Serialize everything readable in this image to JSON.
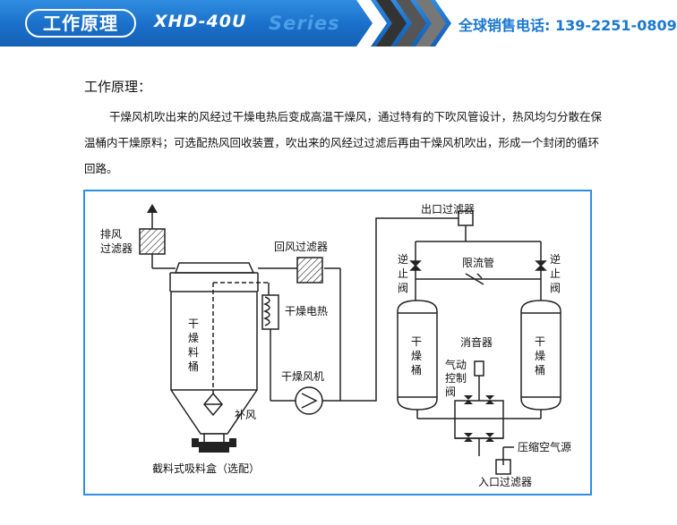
{
  "header": {
    "title": "工作原理",
    "model": "XHD-40U",
    "series": "Series",
    "phone_label": "全球销售电话:",
    "phone_number": "139-2251-0809"
  },
  "content": {
    "heading": "工作原理：",
    "paragraph": "干燥风机吹出来的风经过干燥电热后变成高温干燥风，通过特有的下吹风管设计，热风均匀分散在保温桶内干燥原料；可选配热风回收装置，吹出来的风经过过滤后再由干燥风机吹出，形成一个封闭的循环回路。"
  },
  "diagram": {
    "exhaust_filter": [
      "排风",
      "过滤器"
    ],
    "return_filter": "回风过滤器",
    "dryer_heater": "干燥电热",
    "drying_hopper": [
      "干",
      "燥",
      "料",
      "桶"
    ],
    "dryer_blower": "干燥风机",
    "makeup_air": "补风",
    "intercept_box": "截料式吸料盒（选配）",
    "outlet_filter": "出口过滤器",
    "flow_limiter": "限流管",
    "check_valve_left": [
      "逆",
      "止",
      "阀"
    ],
    "check_valve_right": [
      "逆",
      "止",
      "阀"
    ],
    "tower_left": [
      "干",
      "燥",
      "桶"
    ],
    "tower_right": [
      "干",
      "燥",
      "桶"
    ],
    "muffler": "消音器",
    "pneumatic_valve": [
      "气动",
      "控制",
      "阀"
    ],
    "compressed_air": "压缩空气源",
    "inlet_filter": "入口过滤器"
  },
  "colors": {
    "banner": "#1a6fc8",
    "frame_border": "#2b8fe3",
    "phone_text": "#1a78d0"
  }
}
